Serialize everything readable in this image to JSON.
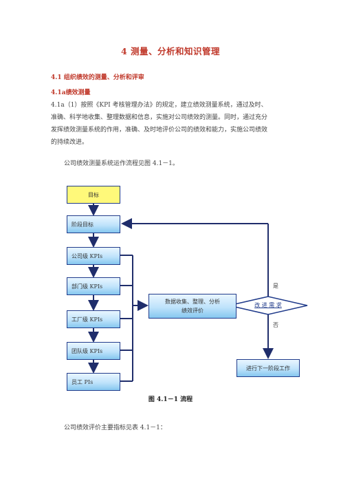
{
  "heading": "4 测量、分析和知识管理",
  "section_4_1": "4.1 组织绩效的测量、分析和评审",
  "section_4_1a": "4.1a绩效测量",
  "para1_lines": [
    "4.1a（1）按照《KPI 考核管理办法》的规定，建立绩效测量系统，通过及时、",
    "准确、科学地收集、整理数据和信息，实施对公司绩效的测量。同时，通过充分",
    "发挥绩效测量系统的作用，准确、及时地评价公司的绩效和能力，实施公司绩效",
    "的持续改进。"
  ],
  "para2": "公司绩效测量系统运作流程见图 4.1－1。",
  "flowchart": {
    "goal": "目标",
    "stage_goal": "阶段目标",
    "kpi_levels": [
      "公司级 KPIs",
      "部门级 KPIs",
      "工厂级 KPIs",
      "团队级 KPIs",
      "员工 PIs"
    ],
    "data_box": [
      "数据收集、整理、分析",
      "绩效评价"
    ],
    "decision": "改 进 需 求",
    "yes": "是",
    "no": "否",
    "next_stage": "进行下一阶段工作"
  },
  "caption": "图 4.1－1   流程",
  "para3": "公司绩效评价主要指标见表 4.1－1："
}
